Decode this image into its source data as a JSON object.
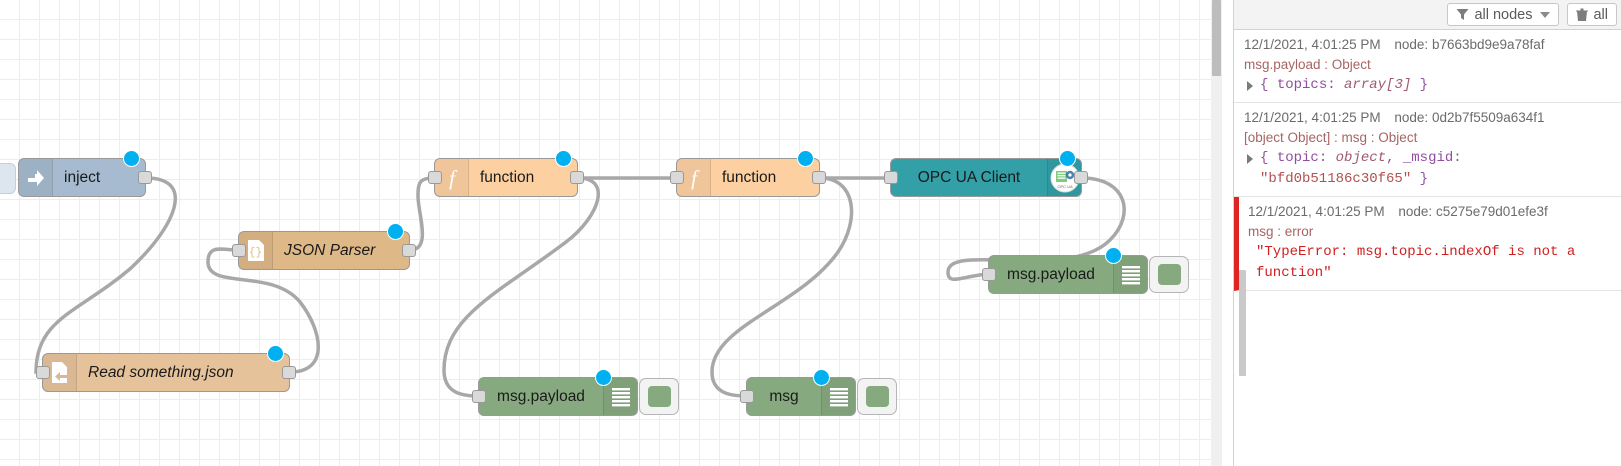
{
  "canvas": {
    "nodes": [
      {
        "key": "inject",
        "label": "inject",
        "icon": "inject-arrow-icon"
      },
      {
        "key": "json",
        "label": "JSON Parser",
        "icon": "json-braces-icon"
      },
      {
        "key": "file",
        "label": "Read something.json",
        "icon": "file-out-icon"
      },
      {
        "key": "func1",
        "label": "function",
        "icon": "function-f-icon"
      },
      {
        "key": "func2",
        "label": "function",
        "icon": "function-f-icon"
      },
      {
        "key": "opcua",
        "label": "OPC UA Client",
        "icon": "opc-ua-badge-icon"
      },
      {
        "key": "debug1",
        "label": "msg.payload",
        "icon": "debug-lines-icon"
      },
      {
        "key": "debug2",
        "label": "msg",
        "icon": "debug-lines-icon"
      },
      {
        "key": "debug3",
        "label": "msg.payload",
        "icon": "debug-lines-icon"
      }
    ],
    "colors": {
      "inject": "#a6bbcf",
      "json": "#deb887",
      "file": "#e6c29b",
      "function": "#fdd0a2",
      "opcua": "#33a0a8",
      "debug": "#87a980",
      "wire": "#a8a8a8",
      "status_dot": "#00b0f0",
      "grid": "#ededed"
    }
  },
  "sidebar": {
    "toolbar": {
      "filter_label": "all nodes",
      "clear_label": "all"
    },
    "messages": [
      {
        "timestamp": "12/1/2021, 4:01:25 PM",
        "node_prefix": "node:",
        "node_id": "b7663bd9e9a78faf",
        "topic": "msg.payload : Object",
        "body_open": "{",
        "body_key": "topics:",
        "body_value": "array[3]",
        "body_close": "}",
        "error": false
      },
      {
        "timestamp": "12/1/2021, 4:01:25 PM",
        "node_prefix": "node:",
        "node_id": "0d2b7f5509a634f1",
        "topic": "[object Object] : msg : Object",
        "body_open": "{",
        "body_key": "topic:",
        "body_value": "object",
        "body_key2": "_msgid:",
        "body_value2": "\"bfd0b51186c30f65\"",
        "body_close": "}",
        "error": false
      },
      {
        "timestamp": "12/1/2021, 4:01:25 PM",
        "node_prefix": "node:",
        "node_id": "c5275e79d01efe3f",
        "topic": "msg : error",
        "error_text": "\"TypeError: msg.topic.indexOf is not a function\"",
        "error": true
      }
    ]
  }
}
